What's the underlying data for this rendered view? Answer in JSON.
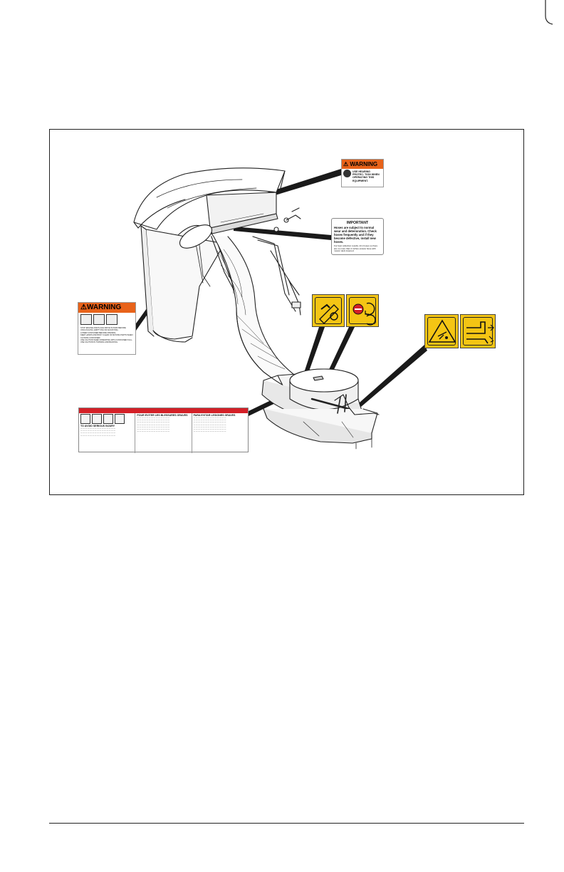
{
  "page": {
    "background": "#ffffff"
  },
  "decals": {
    "warning_top": {
      "header": "WARNING",
      "text": "USE HEARING PROTEC- TION WHEN OPERATING THIS EQUIPMENT."
    },
    "important": {
      "title": "IMPORTANT",
      "body": "Hoses are subject to normal wear and deterioration. Check hoses frequently and if they become defective, install new hoses.",
      "note": "For best collection results, trim hoses so there are no more than 2 inches excess hose with mower deck lowered."
    },
    "warning_left": {
      "header": "WARNING",
      "lines": [
        "STOP ENGINE AND PLACE DRIVE IN PARK BEFORE UNCLOGGING, EMPTYING OR ADJUSTING.",
        "LOWER CONTAINER BEFORE OPENING.",
        "KEEP HANDS AND BODY CLEAR OF MOVING PARTS WHEN CLOSING CONTAINER.",
        "USE CAUTION WHEN OPERATING WITH CONTAINER FULL.",
        "USE CAUTION IN TURNING AND BACKING."
      ]
    },
    "danger_bottom": {
      "col1_head": "TO AVOID SERIOUS INJURY",
      "col2_head": "POUR EVITER LES BLESSURES GRAVES",
      "col3_head": "PARA EVITAR LESIONES GRAVES"
    }
  },
  "colors": {
    "warning_orange": "#e8631a",
    "caution_yellow": "#f4c514",
    "danger_red": "#d42027",
    "line": "#222222"
  }
}
